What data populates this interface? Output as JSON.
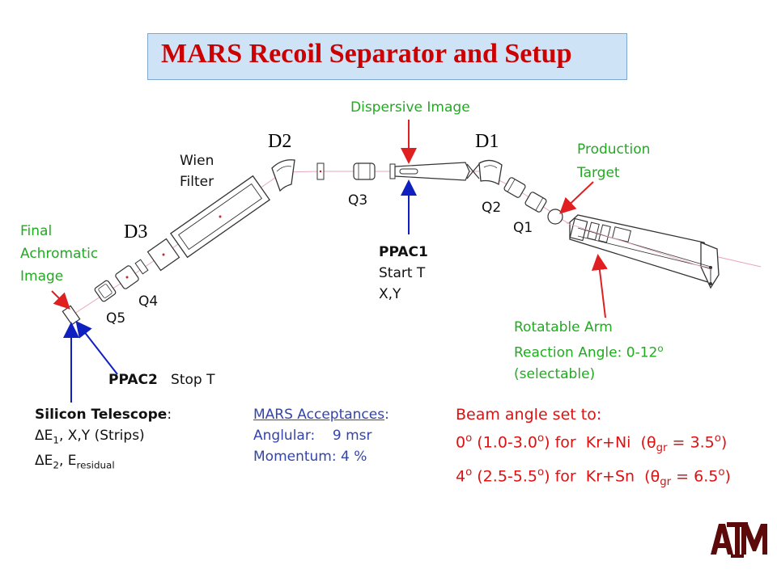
{
  "title": "MARS Recoil Separator and Setup",
  "labels": {
    "dispersive_image": "Dispersive Image",
    "d1": "D1",
    "d2": "D2",
    "d3": "D3",
    "wien_filter": [
      "Wien",
      "Filter"
    ],
    "q1": "Q1",
    "q2": "Q2",
    "q3": "Q3",
    "q4": "Q4",
    "q5": "Q5",
    "production_target": [
      "Production",
      "Target"
    ],
    "final_achromatic_image": [
      "Final",
      "Achromatic",
      "Image"
    ],
    "ppac1": [
      "PPAC1",
      "Start T",
      "X,Y"
    ],
    "ppac2_bold": "PPAC2",
    "ppac2_rest": "Stop T",
    "rotatable_arm": [
      "Rotatable Arm",
      "Reaction Angle: 0-12",
      "o",
      "(selectable)"
    ]
  },
  "silicon_telescope": {
    "heading": "Silicon Telescope",
    "heading_suffix": ":",
    "line2_delta_e1": "ΔE",
    "line2_sub": "1",
    "line2_rest": ",  X,Y (Strips)",
    "line3_delta_e2": "ΔE",
    "line3_sub": "2",
    "line3_mid": ",  E",
    "line3_sub2": "residual"
  },
  "acceptances": {
    "heading": "MARS Acceptances",
    "heading_suffix": ":",
    "angular": "Anglular:    9 msr",
    "momentum": "Momentum: 4 %"
  },
  "beam_angle": {
    "heading": "Beam angle set to:",
    "row1": {
      "angle": "0",
      "sup1": "o",
      "range": " (1.0-3.0",
      "sup2": "o",
      "rest": ") for  Kr+Ni  (θ",
      "sub": "gr",
      "eq": " = 3.5",
      "sup3": "o",
      "close": ")"
    },
    "row2": {
      "angle": "4",
      "sup1": "o",
      "range": " (2.5-5.5",
      "sup2": "o",
      "rest": ") for  Kr+Sn  (θ",
      "sub": "gr",
      "eq": " = 6.5",
      "sup3": "o",
      "close": ")"
    }
  },
  "logo": {
    "letters": "ATM",
    "color": "#5c0a0a"
  },
  "colors": {
    "title": "#cc0000",
    "green_labels": "#22aa22",
    "arrow_red": "#e02020",
    "arrow_blue": "#1020c0",
    "title_bg": "#cfe3f7"
  }
}
